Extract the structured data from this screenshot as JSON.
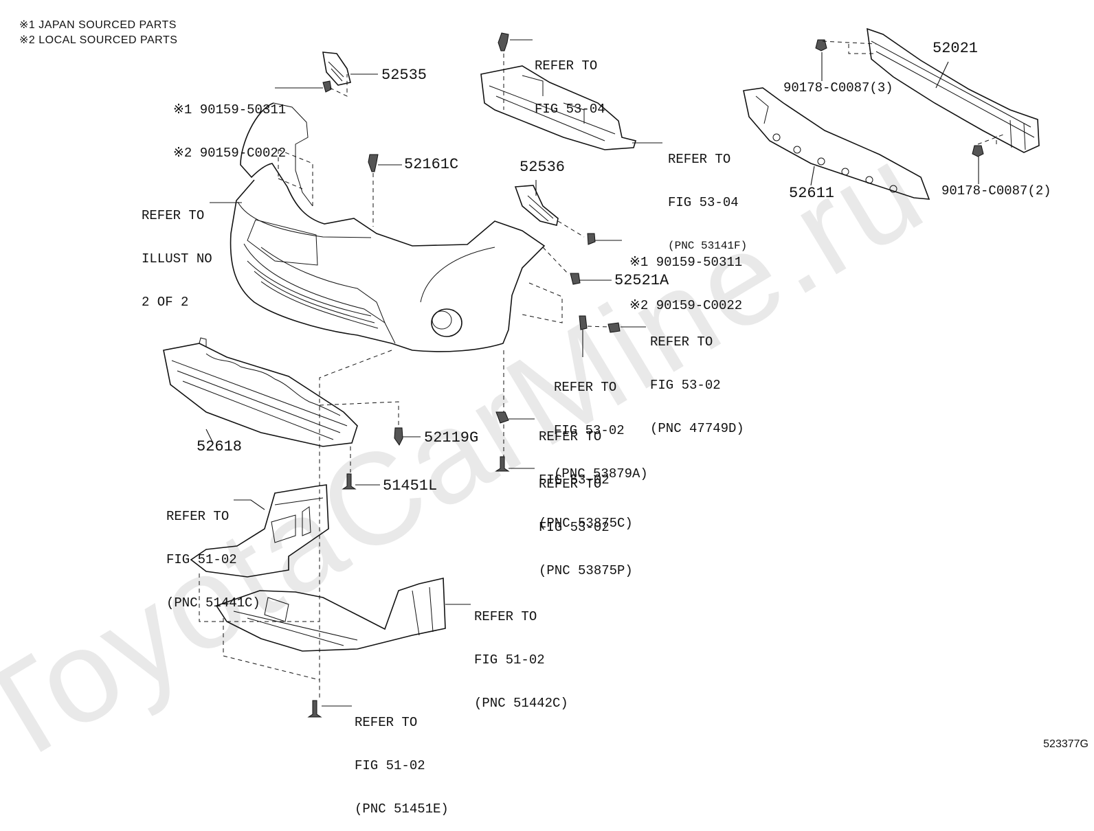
{
  "notes": [
    "※1 JAPAN SOURCED PARTS",
    "※2 LOCAL SOURCED PARTS"
  ],
  "watermark": "ToyotaCarMine.ru",
  "illustration_code": "523377G",
  "labels": {
    "ref_5304_top": [
      "REFER TO",
      "FIG 53-04"
    ],
    "ref_5304_shield": [
      "REFER TO",
      "FIG 53-04",
      "(PNC 53141F)"
    ],
    "p52535": "52535",
    "clip_top": [
      "※1 90159-50311",
      "※2 90159-C0022"
    ],
    "p52161C": "52161C",
    "ref_illust": [
      "REFER TO",
      "ILLUST NO",
      "2 OF 2"
    ],
    "p52536": "52536",
    "clip_right": [
      "※1 90159-50311",
      "※2 90159-C0022"
    ],
    "p52521A": "52521A",
    "ref_47749D": [
      "REFER TO",
      "FIG 53-02",
      "(PNC 47749D)"
    ],
    "ref_53879A": [
      "REFER TO",
      "FIG 53-02",
      "(PNC 53879A)"
    ],
    "ref_53875C": [
      "REFER TO",
      "FIG 53-02",
      "(PNC 53875C)"
    ],
    "ref_53875P": [
      "REFER TO",
      "FIG 53-02",
      "(PNC 53875P)"
    ],
    "p52618": "52618",
    "p52119G": "52119G",
    "p51451L": "51451L",
    "ref_51441C": [
      "REFER TO",
      "FIG 51-02",
      "(PNC 51441C)"
    ],
    "ref_51442C": [
      "REFER TO",
      "FIG 51-02",
      "(PNC 51442C)"
    ],
    "ref_51451E": [
      "REFER TO",
      "FIG 51-02",
      "(PNC 51451E)"
    ],
    "p52021": "52021",
    "p52611": "52611",
    "nut3": "90178-C0087(3)",
    "nut2": "90178-C0087(2)"
  }
}
